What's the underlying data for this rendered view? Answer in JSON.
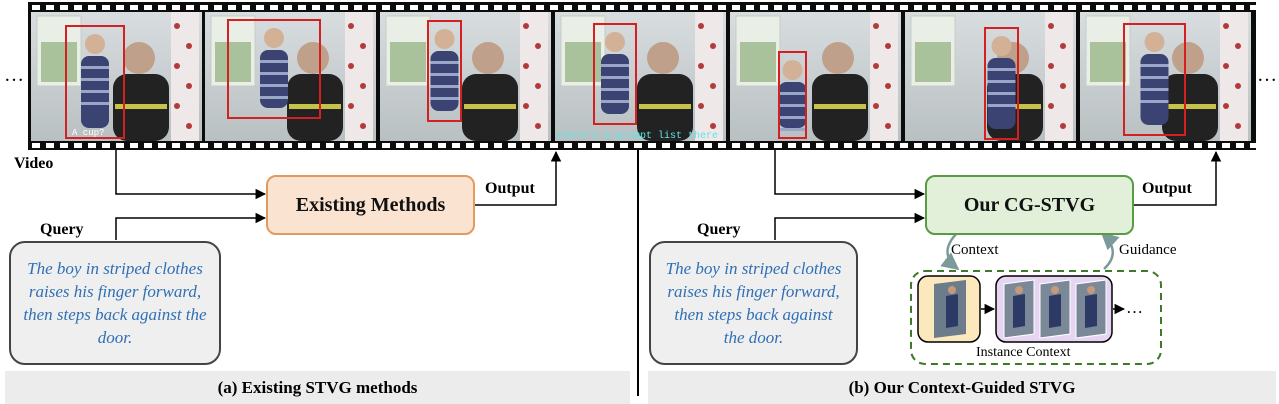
{
  "film": {
    "ellipsis_left": "…",
    "ellipsis_right": "…",
    "subtitle_left": "A cup?",
    "subtitle_mid": "there's a prompt list there"
  },
  "left": {
    "video_label": "Video",
    "query_label": "Query",
    "query_text": "The boy in striped clothes raises his finger forward, then steps back against the door.",
    "method_label": "Existing Methods",
    "output_label": "Output",
    "caption": "(a) Existing STVG methods"
  },
  "right": {
    "query_label": "Query",
    "query_text": "The boy in striped clothes raises his finger forward, then steps back against the door.",
    "method_label": "Our CG-STVG",
    "output_label": "Output",
    "context_label": "Context",
    "guidance_label": "Guidance",
    "instance_context_label": "Instance Context",
    "instance_ellipsis": "…",
    "caption": "(b) Our Context-Guided STVG"
  },
  "colors": {
    "existing_fill": "#fbe3d2",
    "existing_border": "#e39a5e",
    "ours_fill": "#e2f0d9",
    "ours_border": "#5a9a44",
    "query_text": "#2f6fb5",
    "bbox_red": "#d42020",
    "instance_dashed": "#3e7a2a",
    "instance_yellow": "#fbe8bd",
    "instance_purple": "#e6d5f2",
    "context_arrow": "#7c9a9a"
  }
}
